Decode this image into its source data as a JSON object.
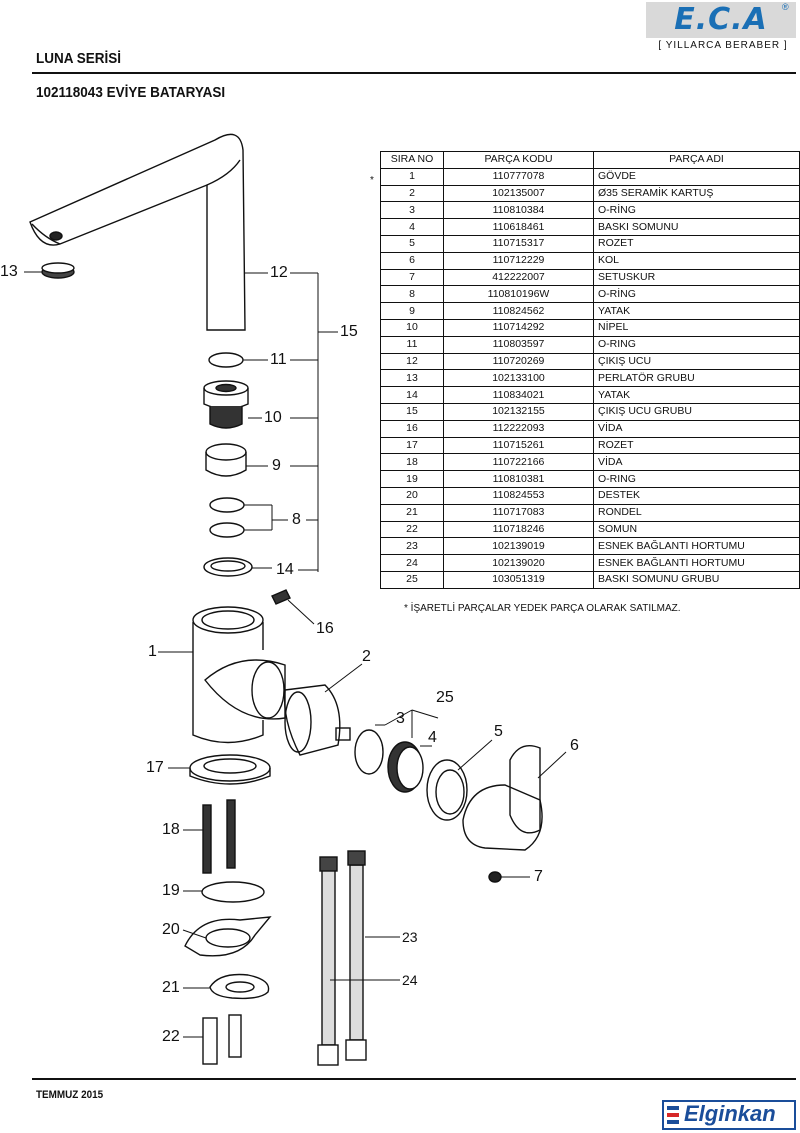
{
  "header": {
    "logo": "E.C.A",
    "logo_reg": "®",
    "slogan": "[ YILLARCA BERABER ]",
    "series": "LUNA SERİSİ",
    "product": "102118043 EVİYE BATARYASI"
  },
  "table": {
    "headers": [
      "SIRA NO",
      "PARÇA KODU",
      "PARÇA ADI"
    ],
    "rows": [
      [
        "1",
        "110777078",
        "GÖVDE"
      ],
      [
        "2",
        "102135007",
        "Ø35 SERAMİK KARTUŞ"
      ],
      [
        "3",
        "110810384",
        "O-RİNG"
      ],
      [
        "4",
        "110618461",
        "BASKI SOMUNU"
      ],
      [
        "5",
        "110715317",
        "ROZET"
      ],
      [
        "6",
        "110712229",
        "KOL"
      ],
      [
        "7",
        "412222007",
        "SETUSKUR"
      ],
      [
        "8",
        "110810196W",
        "O-RİNG"
      ],
      [
        "9",
        "110824562",
        "YATAK"
      ],
      [
        "10",
        "110714292",
        "NİPEL"
      ],
      [
        "11",
        "110803597",
        "O-RING"
      ],
      [
        "12",
        "110720269",
        "ÇIKIŞ UCU"
      ],
      [
        "13",
        "102133100",
        "PERLATÖR GRUBU"
      ],
      [
        "14",
        "110834021",
        "YATAK"
      ],
      [
        "15",
        "102132155",
        "ÇIKIŞ UCU GRUBU"
      ],
      [
        "16",
        "112222093",
        "VİDA"
      ],
      [
        "17",
        "110715261",
        "ROZET"
      ],
      [
        "18",
        "110722166",
        "VİDA"
      ],
      [
        "19",
        "110810381",
        "O-RING"
      ],
      [
        "20",
        "110824553",
        "DESTEK"
      ],
      [
        "21",
        "110717083",
        "RONDEL"
      ],
      [
        "22",
        "110718246",
        "SOMUN"
      ],
      [
        "23",
        "102139019",
        "ESNEK BAĞLANTI HORTUMU"
      ],
      [
        "24",
        "102139020",
        "ESNEK BAĞLANTI HORTUMU"
      ],
      [
        "25",
        "103051319",
        "BASKI SOMUNU GRUBU"
      ]
    ],
    "bullet": "*",
    "note": "* İŞARETLİ PARÇALAR YEDEK PARÇA OLARAK SATILMAZ."
  },
  "callouts": {
    "n1": "1",
    "n2": "2",
    "n3": "3",
    "n4": "4",
    "n5": "5",
    "n6": "6",
    "n7": "7",
    "n8": "8",
    "n9": "9",
    "n10": "10",
    "n11": "11",
    "n12": "12",
    "n13": "13",
    "n14": "14",
    "n15": "15",
    "n16": "16",
    "n17": "17",
    "n18": "18",
    "n19": "19",
    "n20": "20",
    "n21": "21",
    "n22": "22",
    "n23": "23",
    "n24": "24",
    "n25": "25"
  },
  "footer": {
    "date": "TEMMUZ 2015",
    "brand": "Elginkan"
  },
  "colors": {
    "eca_blue": "#1a6fb5",
    "elginkan_blue": "#1a4d9a"
  }
}
